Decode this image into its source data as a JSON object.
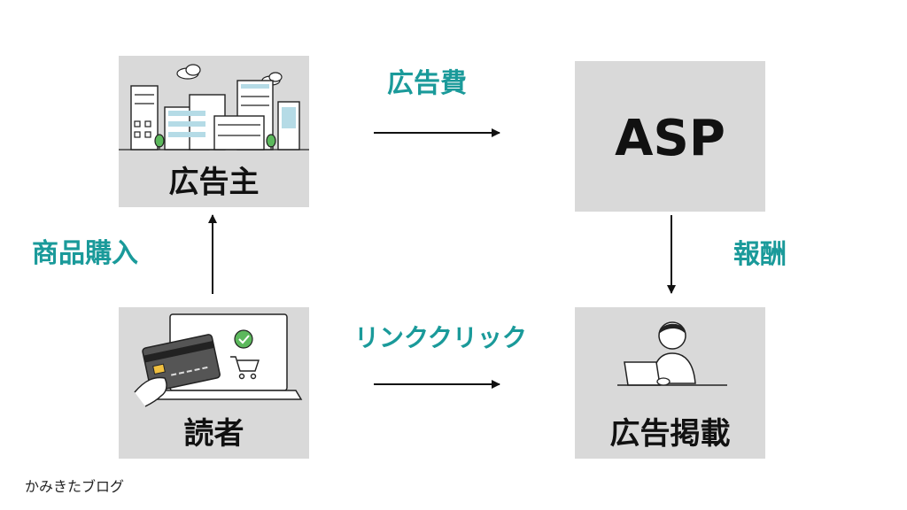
{
  "nodes": {
    "advertiser": {
      "label": "広告主",
      "icon": "city-buildings-illustration"
    },
    "asp": {
      "label": "ASP"
    },
    "reader": {
      "label": "読者",
      "icon": "credit-card-laptop-illustration"
    },
    "publisher": {
      "label": "広告掲載",
      "icon": "person-at-laptop-illustration"
    }
  },
  "edges": {
    "advertiser_to_asp": {
      "label": "広告費"
    },
    "asp_to_publisher": {
      "label": "報酬"
    },
    "reader_to_publisher": {
      "label": "リンククリック"
    },
    "reader_to_advertiser": {
      "label": "商品購入"
    }
  },
  "footer": {
    "text": "かみきたブログ"
  },
  "colors": {
    "box": "#d9d9d9",
    "edge_label": "#1a9a9a",
    "text": "#111111"
  }
}
